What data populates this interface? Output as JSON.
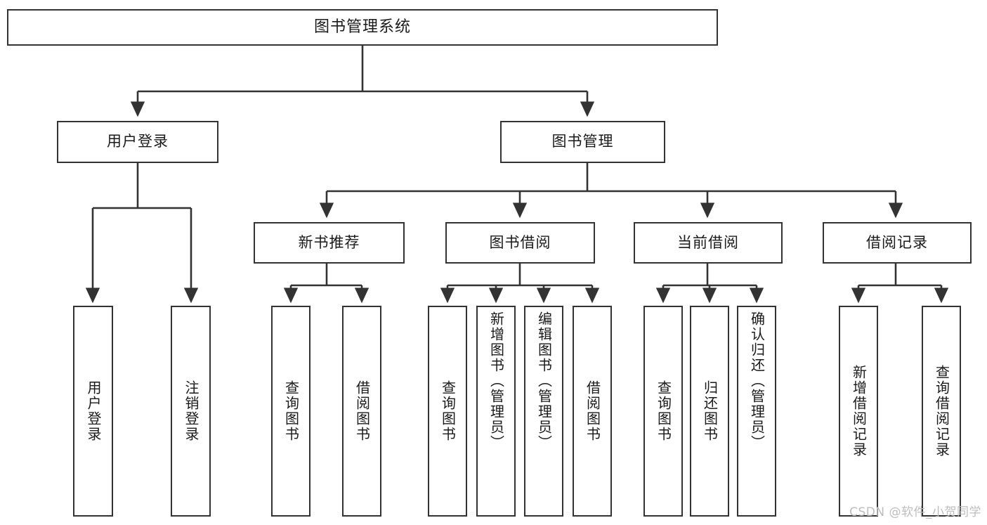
{
  "diagram": {
    "title": "图书管理系统",
    "background_color": "#ffffff",
    "node_border_color": "#333333",
    "node_fill_color": "#ffffff",
    "edge_color": "#333333",
    "type": "tree-hierarchy-diagram",
    "orientation": "top-down"
  },
  "nodes": {
    "root": {
      "label": "图书管理系统"
    },
    "level2": [
      {
        "label": "用户登录"
      },
      {
        "label": "图书管理"
      }
    ],
    "level3": [
      {
        "label": "新书推荐"
      },
      {
        "label": "图书借阅"
      },
      {
        "label": "当前借阅"
      },
      {
        "label": "借阅记录"
      }
    ],
    "leaves": {
      "user_login": [
        {
          "label": "用户登录"
        },
        {
          "label": "注销登录"
        }
      ],
      "new_book_recommend": [
        {
          "label": "查询图书"
        },
        {
          "label": "借阅图书"
        }
      ],
      "book_borrow": [
        {
          "label": "查询图书"
        },
        {
          "label": "新增图书（管理员）"
        },
        {
          "label": "编辑图书（管理员）"
        },
        {
          "label": "借阅图书"
        }
      ],
      "current_borrow": [
        {
          "label": "查询图书"
        },
        {
          "label": "归还图书"
        },
        {
          "label": "确认归还（管理员）"
        }
      ],
      "borrow_record": [
        {
          "label": "新增借阅记录"
        },
        {
          "label": "查询借阅记录"
        }
      ]
    }
  },
  "watermark": {
    "text": "CSDN @软件_小贺同学",
    "color": "#bdbdbd"
  },
  "chart_data": {
    "type": "table",
    "title": "图书管理系统",
    "structure": [
      {
        "parent": "图书管理系统",
        "children": [
          "用户登录",
          "图书管理"
        ]
      },
      {
        "parent": "用户登录",
        "children": [
          "用户登录",
          "注销登录"
        ]
      },
      {
        "parent": "图书管理",
        "children": [
          "新书推荐",
          "图书借阅",
          "当前借阅",
          "借阅记录"
        ]
      },
      {
        "parent": "新书推荐",
        "children": [
          "查询图书",
          "借阅图书"
        ]
      },
      {
        "parent": "图书借阅",
        "children": [
          "查询图书",
          "新增图书（管理员）",
          "编辑图书（管理员）",
          "借阅图书"
        ]
      },
      {
        "parent": "当前借阅",
        "children": [
          "查询图书",
          "归还图书",
          "确认归还（管理员）"
        ]
      },
      {
        "parent": "借阅记录",
        "children": [
          "新增借阅记录",
          "查询借阅记录"
        ]
      }
    ]
  }
}
